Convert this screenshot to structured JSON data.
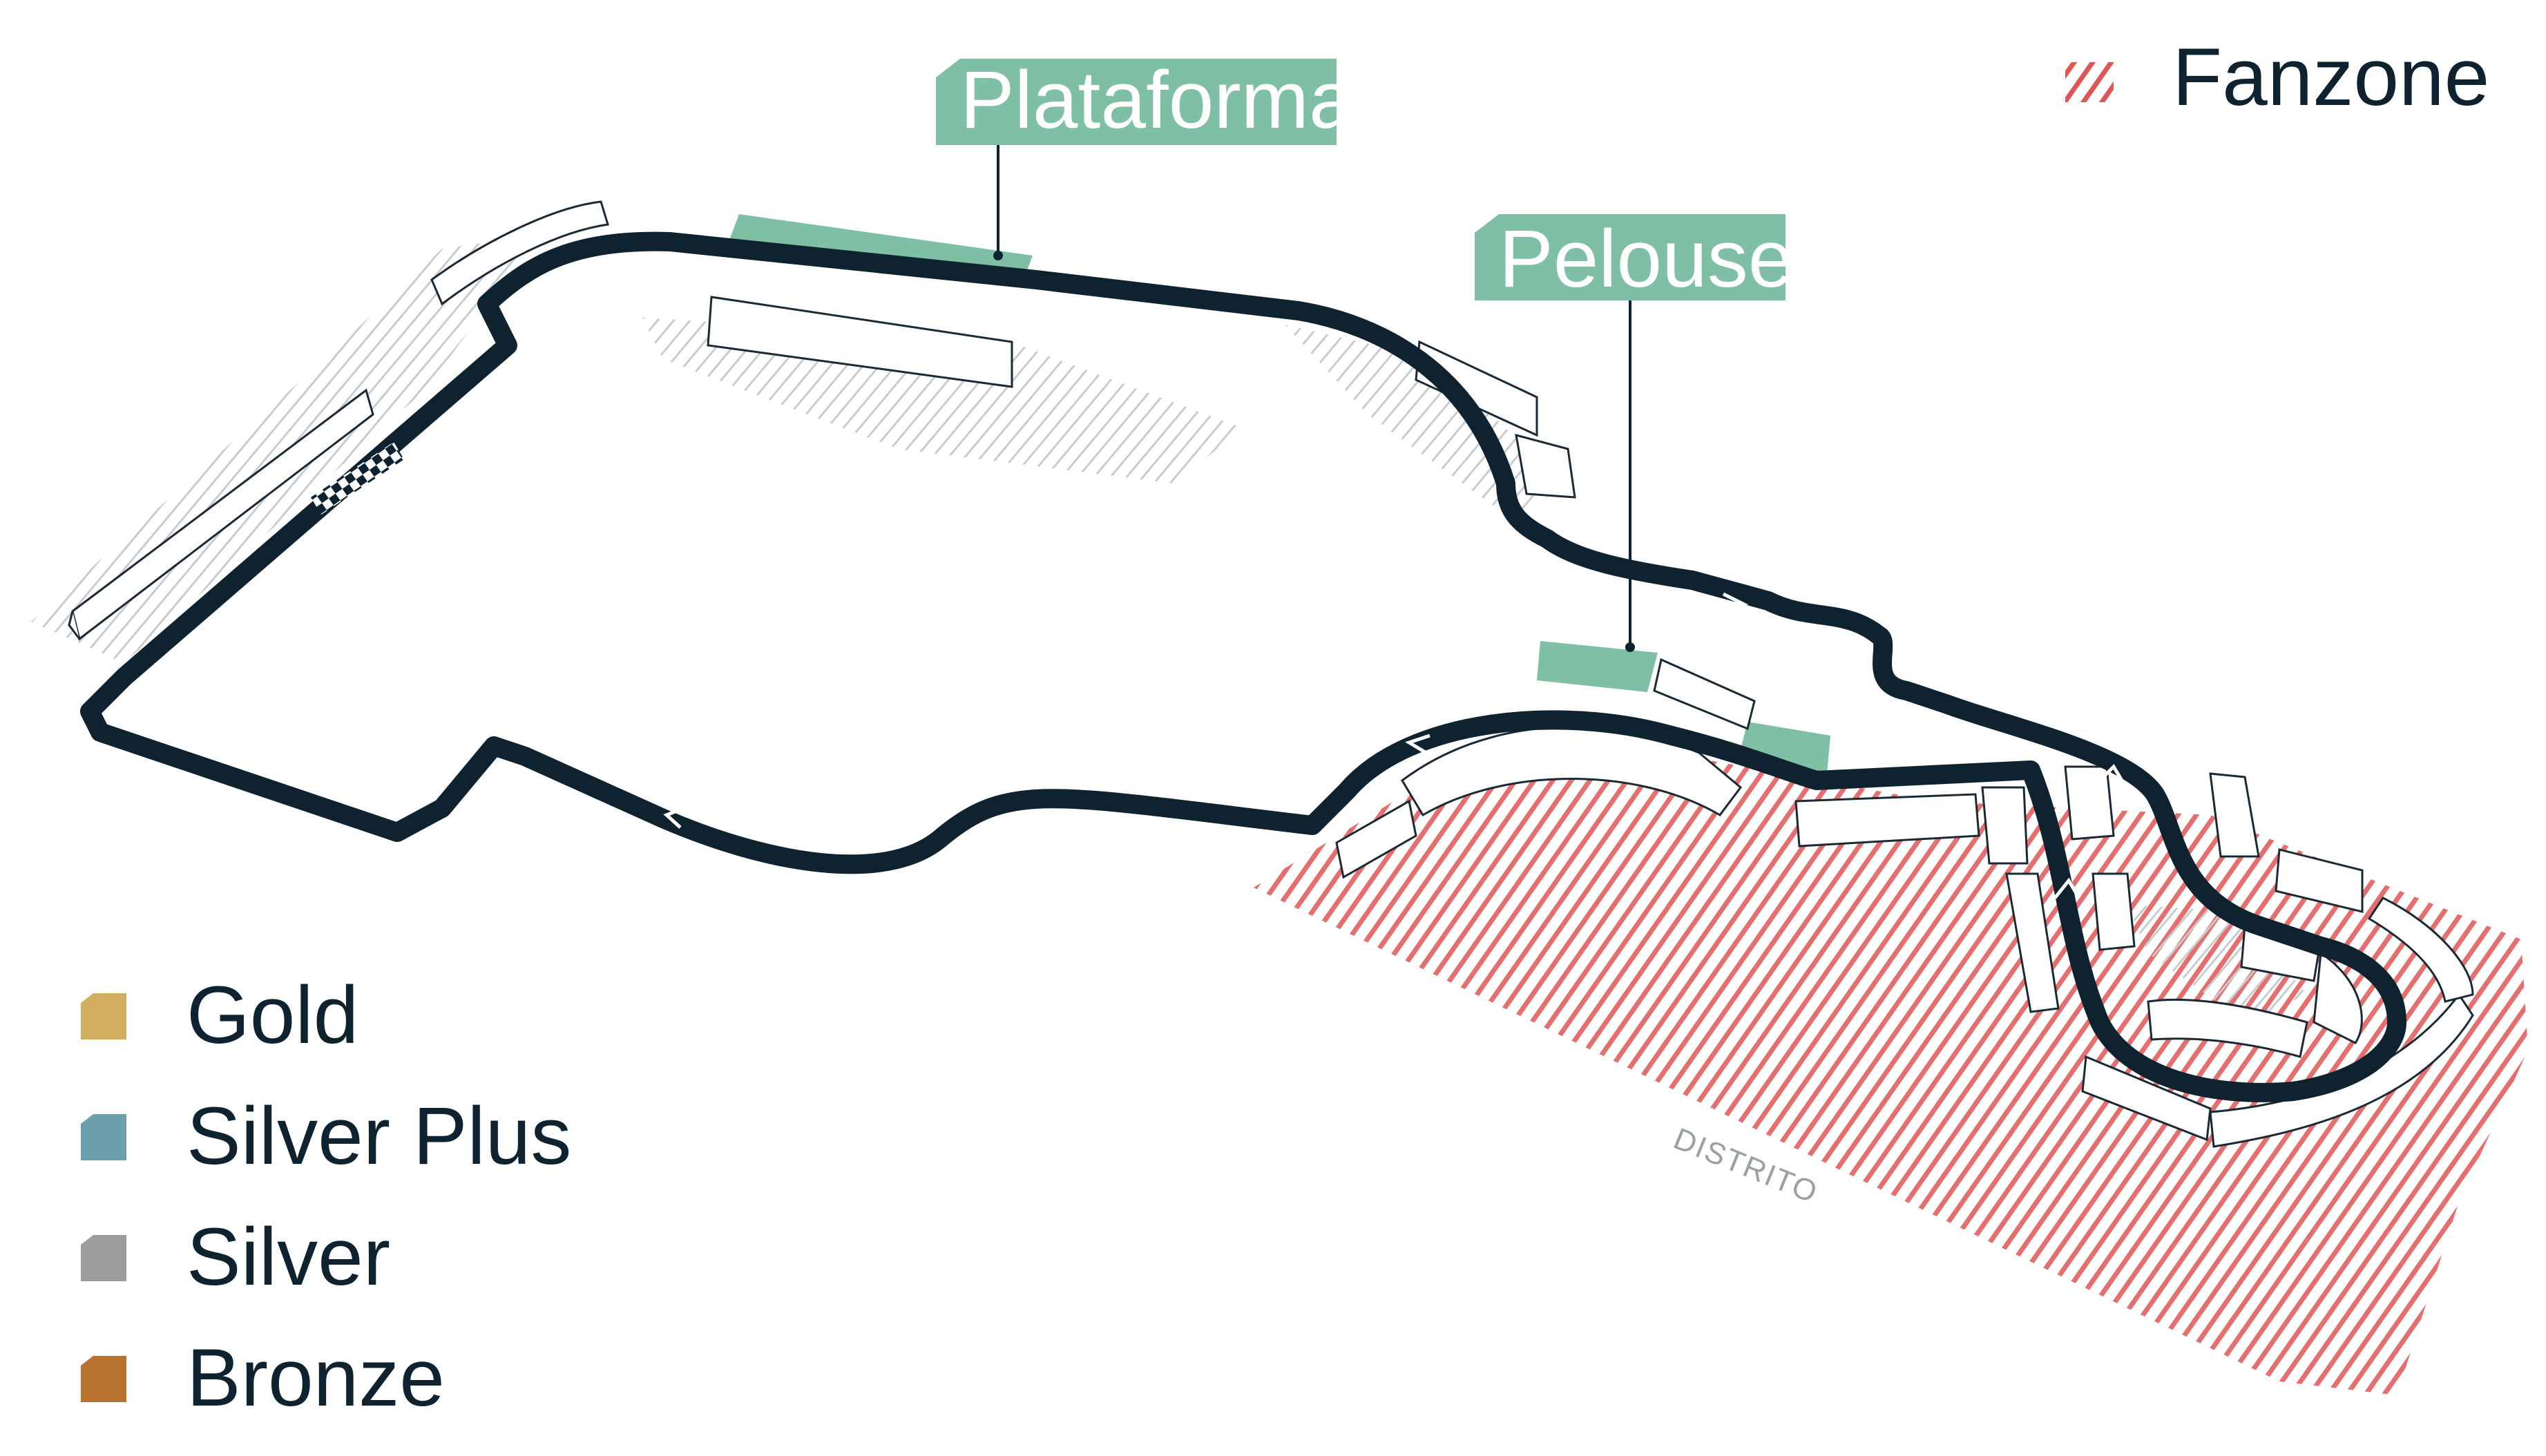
{
  "labels": {
    "plataforma": "Plataforma",
    "pelouse": "Pelouse",
    "fanzone": "Fanzone",
    "distrito": "DISTRITO"
  },
  "legend": [
    {
      "label": "Gold",
      "color": "#d4ae60"
    },
    {
      "label": "Silver Plus",
      "color": "#6c9fae"
    },
    {
      "label": "Silver",
      "color": "#9d9d9d"
    },
    {
      "label": "Bronze",
      "color": "#b8732e"
    }
  ],
  "colors": {
    "track": "#0e2230",
    "mint": "#7fbfa5",
    "fanzone_red": "#e05555",
    "hatch_grey": "#c9cccf"
  }
}
